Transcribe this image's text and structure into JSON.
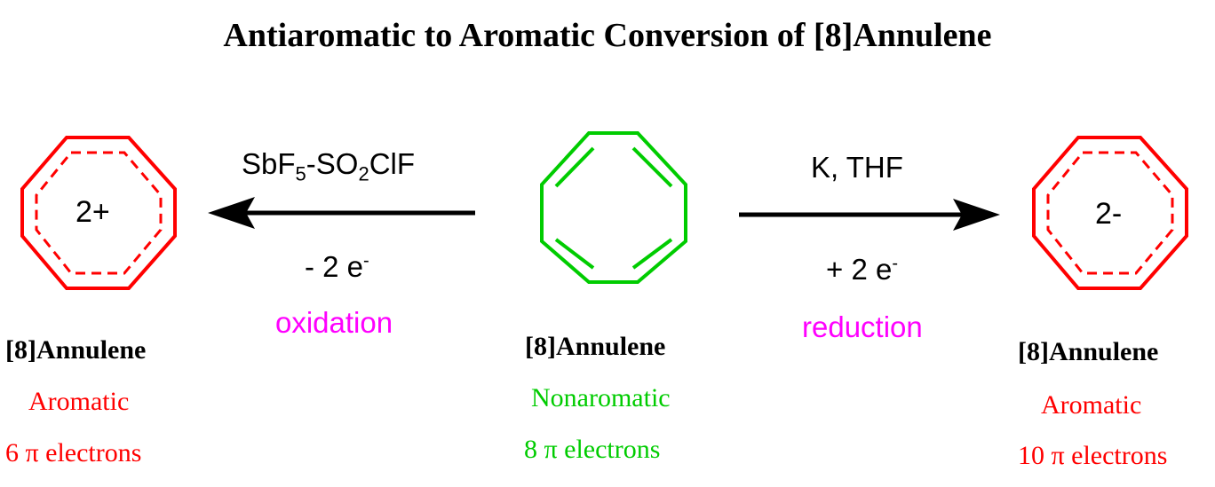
{
  "title": "Antiaromatic to Aromatic Conversion of [8]Annulene",
  "colors": {
    "aromatic": "#ff0000",
    "nonaromatic": "#00cc00",
    "process": "#ff00ff",
    "arrow": "#000000"
  },
  "left": {
    "charge": "2+",
    "name": "[8]Annulene",
    "status": "Aromatic",
    "electrons": "6 π electrons",
    "reagent_main": "SbF",
    "reagent_sub1": "5",
    "reagent_mid": "-SO",
    "reagent_sub2": "2",
    "reagent_end": "ClF",
    "electron_change": "- 2 e",
    "electron_sup": "-",
    "process": "oxidation"
  },
  "center": {
    "name": "[8]Annulene",
    "status": "Nonaromatic",
    "electrons": "8 π electrons"
  },
  "right": {
    "charge": "2-",
    "name": "[8]Annulene",
    "status": "Aromatic",
    "electrons": "10 π electrons",
    "reagent": "K, THF",
    "electron_change": "+ 2 e",
    "electron_sup": "-",
    "process": "reduction"
  }
}
